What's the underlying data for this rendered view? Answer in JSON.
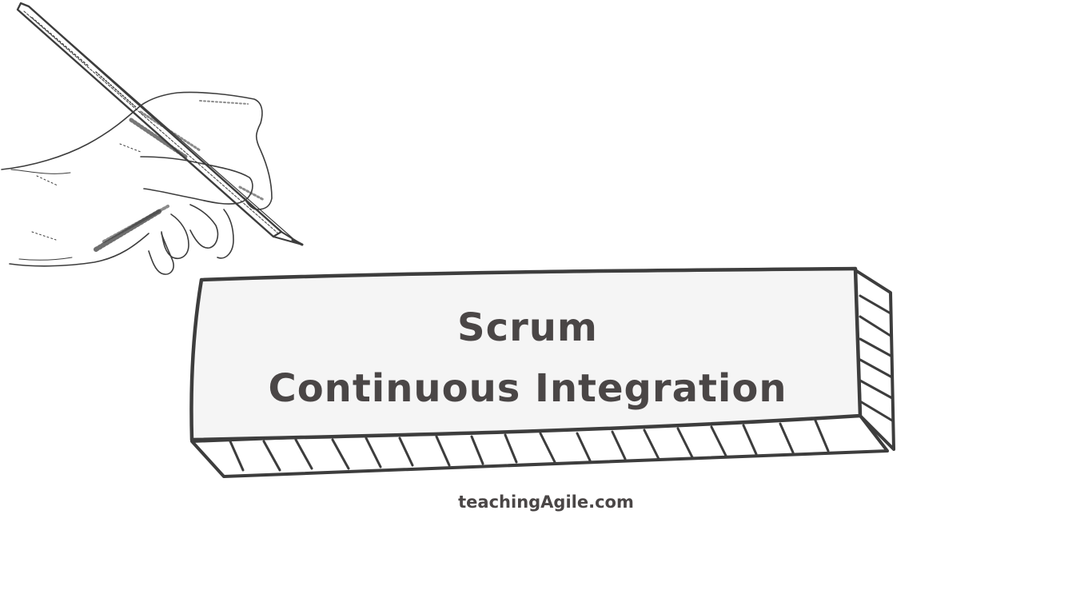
{
  "title": {
    "line1": "Scrum",
    "line2": "Continuous Integration"
  },
  "footer": {
    "site": "teachingAgile.com"
  },
  "colors": {
    "text": "#4a4646",
    "stroke": "#3d3d3d",
    "box_fill": "#f5f5f5",
    "background": "#ffffff"
  },
  "icons": {
    "illustration": "hand-holding-pencil-icon",
    "box": "sketched-3d-box"
  }
}
